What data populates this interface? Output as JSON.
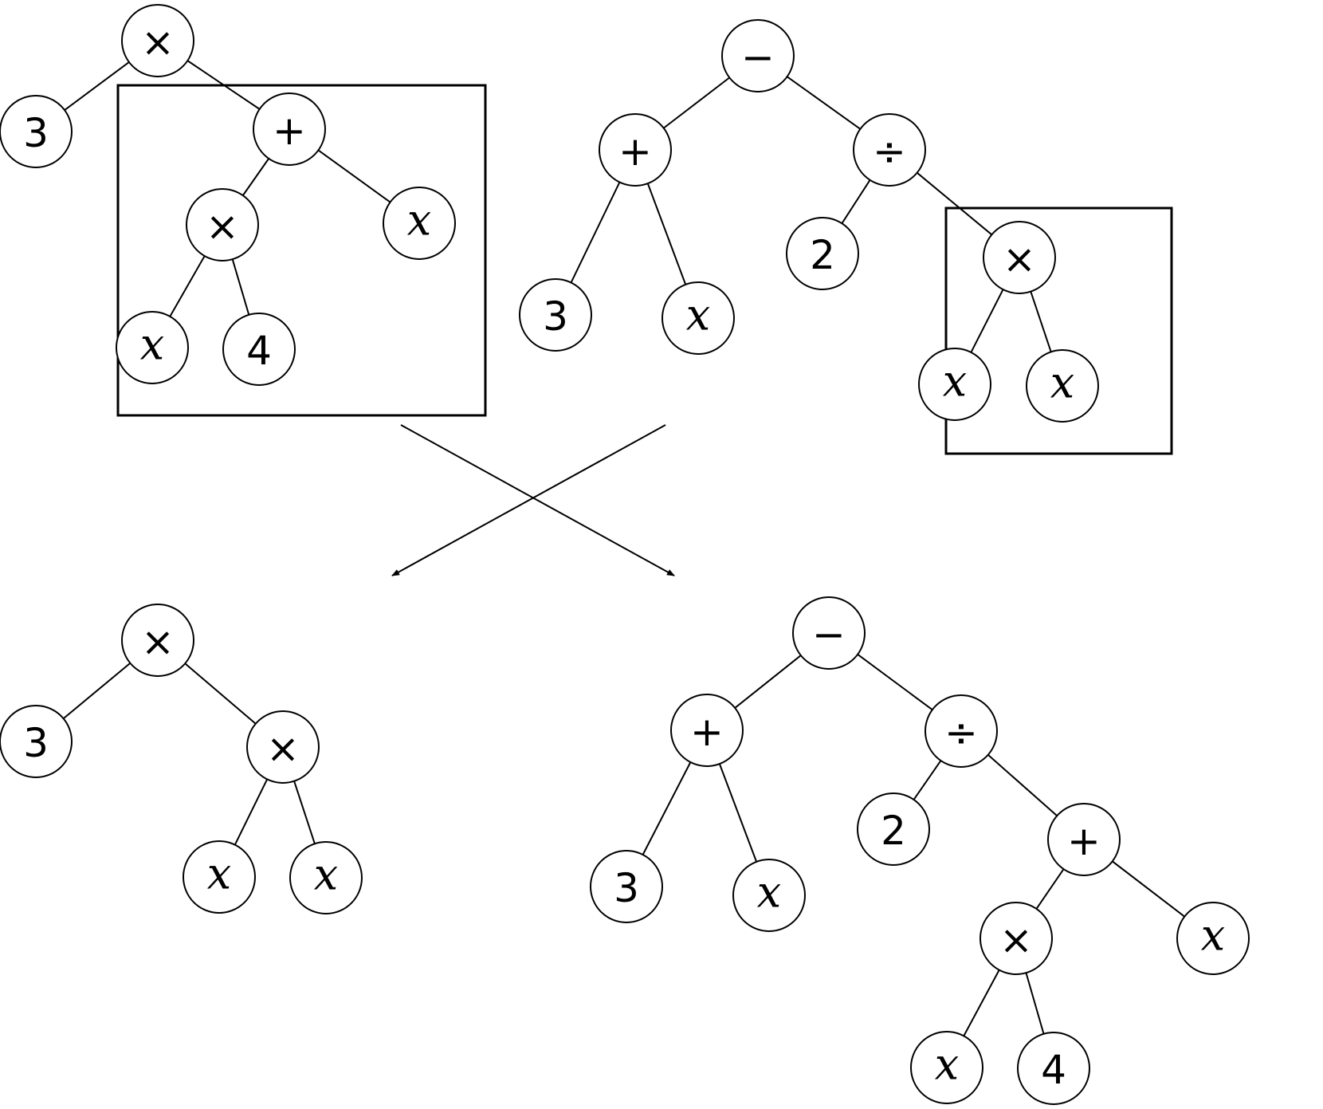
{
  "colors": {
    "stroke": "#000000",
    "background": "#ffffff"
  },
  "trees": [
    {
      "id": "parent-1",
      "nodes": [
        {
          "id": "a1",
          "label": "×",
          "kind": "op"
        },
        {
          "id": "a2",
          "label": "3",
          "kind": "num"
        },
        {
          "id": "a3",
          "label": "+",
          "kind": "op"
        },
        {
          "id": "a4",
          "label": "×",
          "kind": "op"
        },
        {
          "id": "a5",
          "label": "x",
          "kind": "var"
        },
        {
          "id": "a6",
          "label": "x",
          "kind": "var"
        },
        {
          "id": "a7",
          "label": "4",
          "kind": "num"
        }
      ],
      "edges": [
        [
          "a1",
          "a2"
        ],
        [
          "a1",
          "a3"
        ],
        [
          "a3",
          "a4"
        ],
        [
          "a3",
          "a5"
        ],
        [
          "a4",
          "a6"
        ],
        [
          "a4",
          "a7"
        ]
      ],
      "selected_subtree_root": "a3"
    },
    {
      "id": "parent-2",
      "nodes": [
        {
          "id": "b1",
          "label": "−",
          "kind": "op"
        },
        {
          "id": "b2",
          "label": "+",
          "kind": "op"
        },
        {
          "id": "b3",
          "label": "÷",
          "kind": "op"
        },
        {
          "id": "b4",
          "label": "3",
          "kind": "num"
        },
        {
          "id": "b5",
          "label": "x",
          "kind": "var"
        },
        {
          "id": "b6",
          "label": "2",
          "kind": "num"
        },
        {
          "id": "b7",
          "label": "×",
          "kind": "op"
        },
        {
          "id": "b8",
          "label": "x",
          "kind": "var"
        },
        {
          "id": "b9",
          "label": "x",
          "kind": "var"
        }
      ],
      "edges": [
        [
          "b1",
          "b2"
        ],
        [
          "b1",
          "b3"
        ],
        [
          "b2",
          "b4"
        ],
        [
          "b2",
          "b5"
        ],
        [
          "b3",
          "b6"
        ],
        [
          "b3",
          "b7"
        ],
        [
          "b7",
          "b8"
        ],
        [
          "b7",
          "b9"
        ]
      ],
      "selected_subtree_root": "b7"
    },
    {
      "id": "offspring-1",
      "nodes": [
        {
          "id": "c1",
          "label": "×",
          "kind": "op"
        },
        {
          "id": "c2",
          "label": "3",
          "kind": "num"
        },
        {
          "id": "c3",
          "label": "×",
          "kind": "op"
        },
        {
          "id": "c4",
          "label": "x",
          "kind": "var"
        },
        {
          "id": "c5",
          "label": "x",
          "kind": "var"
        }
      ],
      "edges": [
        [
          "c1",
          "c2"
        ],
        [
          "c1",
          "c3"
        ],
        [
          "c3",
          "c4"
        ],
        [
          "c3",
          "c5"
        ]
      ]
    },
    {
      "id": "offspring-2",
      "nodes": [
        {
          "id": "d1",
          "label": "−",
          "kind": "op"
        },
        {
          "id": "d2",
          "label": "+",
          "kind": "op"
        },
        {
          "id": "d3",
          "label": "÷",
          "kind": "op"
        },
        {
          "id": "d4",
          "label": "3",
          "kind": "num"
        },
        {
          "id": "d5",
          "label": "x",
          "kind": "var"
        },
        {
          "id": "d6",
          "label": "2",
          "kind": "num"
        },
        {
          "id": "d7",
          "label": "+",
          "kind": "op"
        },
        {
          "id": "d8",
          "label": "×",
          "kind": "op"
        },
        {
          "id": "d9",
          "label": "x",
          "kind": "var"
        },
        {
          "id": "d10",
          "label": "x",
          "kind": "var"
        },
        {
          "id": "d11",
          "label": "4",
          "kind": "num"
        }
      ],
      "edges": [
        [
          "d1",
          "d2"
        ],
        [
          "d1",
          "d3"
        ],
        [
          "d2",
          "d4"
        ],
        [
          "d2",
          "d5"
        ],
        [
          "d3",
          "d6"
        ],
        [
          "d3",
          "d7"
        ],
        [
          "d7",
          "d8"
        ],
        [
          "d7",
          "d9"
        ],
        [
          "d8",
          "d10"
        ],
        [
          "d8",
          "d11"
        ]
      ]
    }
  ],
  "crossover_arrows": [
    {
      "from": "parent-1",
      "to": "offspring-2"
    },
    {
      "from": "parent-2",
      "to": "offspring-1"
    }
  ]
}
